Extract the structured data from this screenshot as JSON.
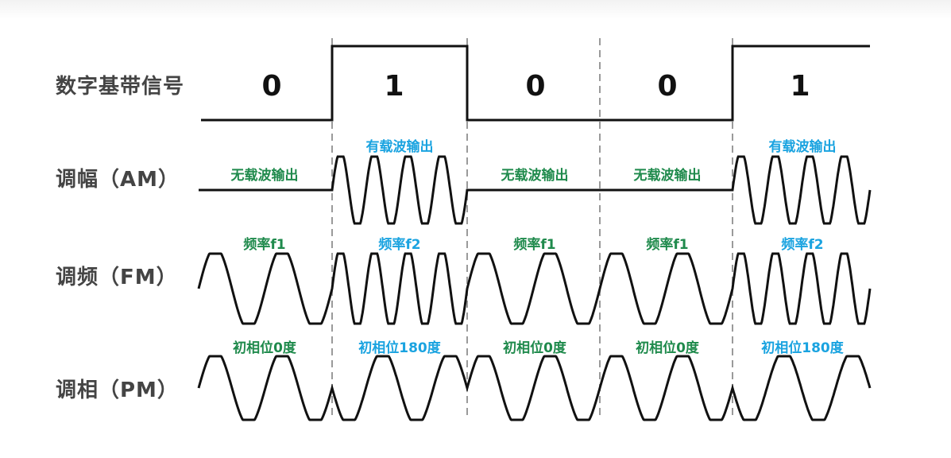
{
  "rows": {
    "digital": "数字基带信号",
    "am": "调幅（AM）",
    "fm": "调频（FM）",
    "pm": "调相（PM）"
  },
  "bits": [
    "0",
    "1",
    "0",
    "0",
    "1"
  ],
  "am_labels": [
    "无载波输出",
    "有载波输出",
    "无载波输出",
    "无载波输出",
    "有载波输出"
  ],
  "fm_labels": [
    "频率f1",
    "频率f2",
    "频率f1",
    "频率f1",
    "频率f2"
  ],
  "pm_labels": [
    "初相位0度",
    "初相位180度",
    "初相位0度",
    "初相位0度",
    "初相位180度"
  ],
  "colors": {
    "label_green": "#1f8a4c",
    "label_blue": "#1aa3e0",
    "signal": "#111111",
    "divider": "#9a9a9a"
  }
}
